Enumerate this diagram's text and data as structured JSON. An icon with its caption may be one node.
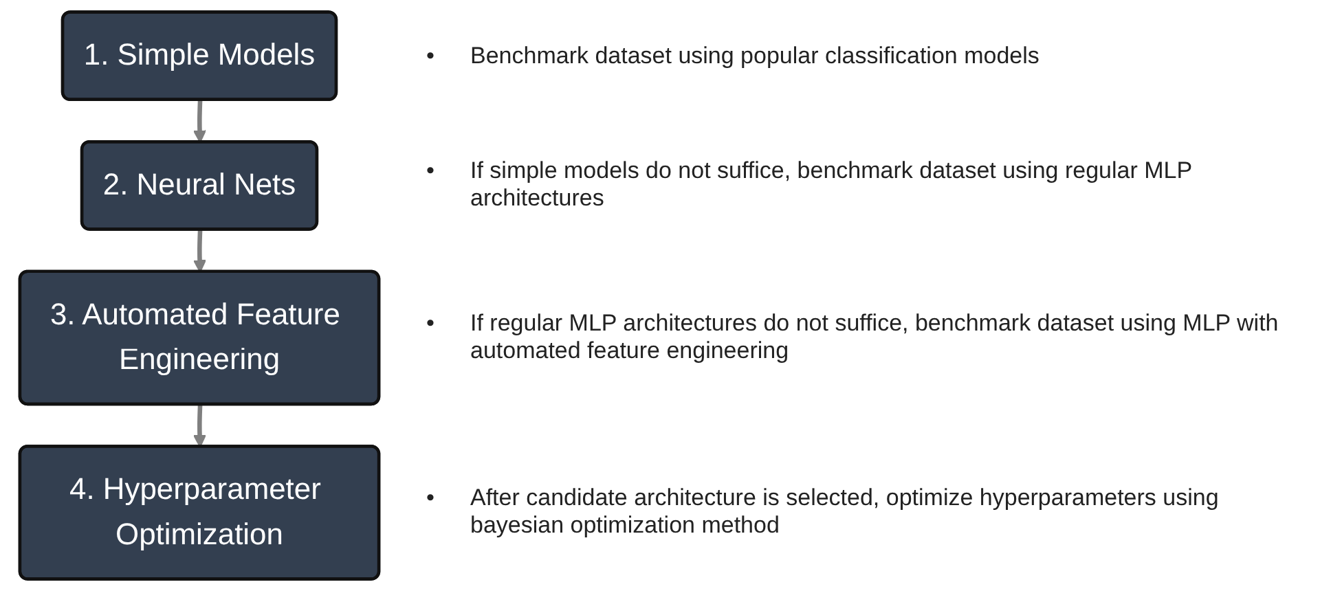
{
  "diagram": {
    "nodes": [
      {
        "text": [
          "1. Simple Models"
        ]
      },
      {
        "text": [
          "2. Neural Nets"
        ]
      },
      {
        "text": [
          "3. Automated Feature Engineering"
        ]
      },
      {
        "text": [
          "4. Hyperparameter Optimization"
        ]
      }
    ],
    "edges": [
      {
        "from": 0,
        "to": 1,
        "arrow": "to",
        "color": "#7f7f7f"
      },
      {
        "from": 1,
        "to": 2,
        "arrow": "to",
        "color": "#7f7f7f"
      },
      {
        "from": 2,
        "to": 3,
        "arrow": "to",
        "color": "#7f7f7f"
      }
    ],
    "labels": [
      "•",
      "Benchmark dataset using popular classification models",
      "•",
      "If simple models do not suffice, benchmark dataset using regular MLP architectures",
      "•",
      "If regular MLP architectures do not suffice, benchmark dataset using MLP with automated feature engineering",
      "•",
      "After candidate architecture is selected, optimize hyperparameters using bayesian optimization method"
    ]
  }
}
